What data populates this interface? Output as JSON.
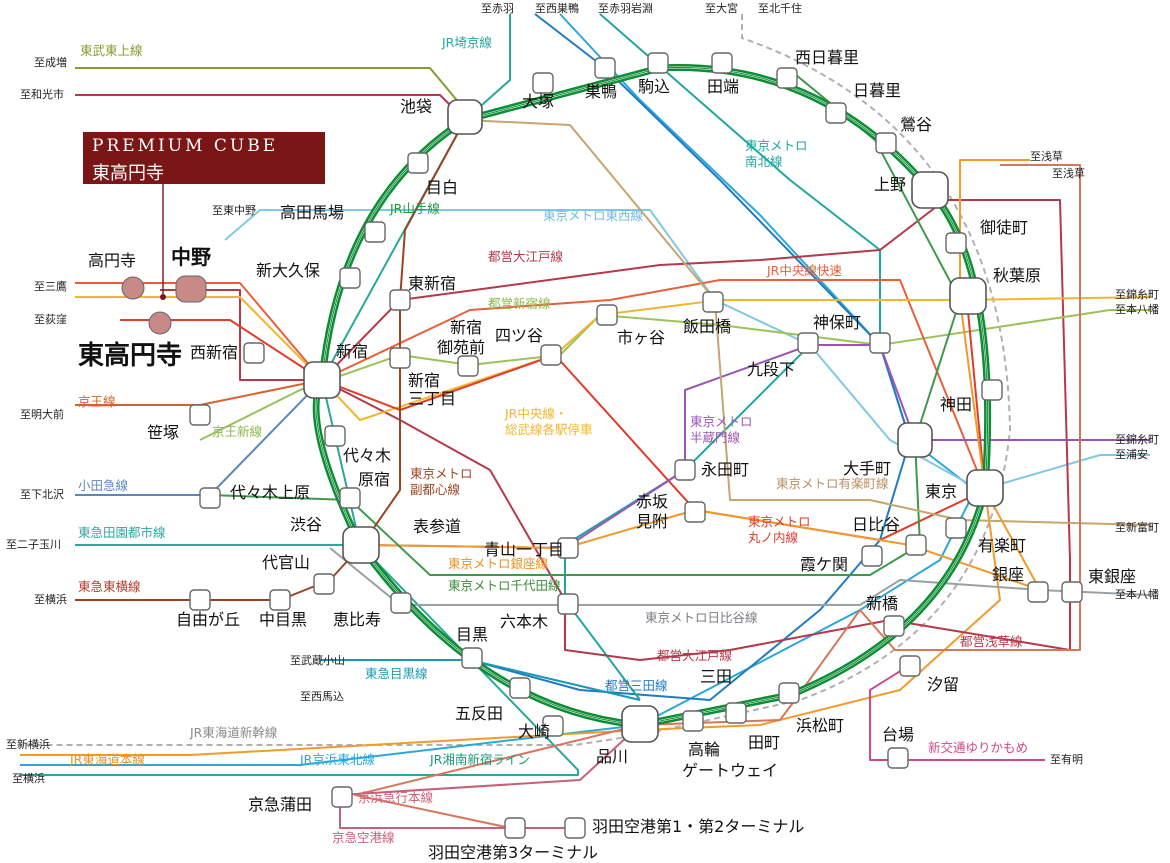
{
  "highlight": {
    "brand": "PREMIUM CUBE",
    "station": "東高円寺",
    "color": "#7a1616",
    "dot_color": "#c88a86",
    "featured": [
      "中野",
      "東高円寺"
    ]
  },
  "loop": {
    "name": "JR山手線",
    "color": "#1a9a3c"
  },
  "lines": [
    {
      "name": "東武東上線",
      "color": "#8a9a30"
    },
    {
      "name": "JR埼京線",
      "color": "#2aa79a"
    },
    {
      "name": "JR山手線",
      "color": "#1a9a3c"
    },
    {
      "name": "東京メトロ東西線",
      "color": "#7fc9e3"
    },
    {
      "name": "都営大江戸線",
      "color": "#b5394a"
    },
    {
      "name": "都営新宿線",
      "color": "#9bc25a"
    },
    {
      "name": "JR中央線快速",
      "color": "#e7603a"
    },
    {
      "name": "東京メトロ南北線",
      "color": "#20a6a0"
    },
    {
      "name": "JR中央線・総武線各駅停車",
      "color": "#f2b530"
    },
    {
      "name": "京王線",
      "color": "#d8622e"
    },
    {
      "name": "京王新線",
      "color": "#9bc25a"
    },
    {
      "name": "東京メトロ半蔵門線",
      "color": "#9b56b3"
    },
    {
      "name": "東京メトロ有楽町線",
      "color": "#c8a46e"
    },
    {
      "name": "小田急線",
      "color": "#5b87c0"
    },
    {
      "name": "東京メトロ副都心線",
      "color": "#9a4520"
    },
    {
      "name": "東京メトロ丸ノ内線",
      "color": "#e03c2a"
    },
    {
      "name": "東急田園都市線",
      "color": "#2aa9a2"
    },
    {
      "name": "東京メトロ銀座線",
      "color": "#f19a2a"
    },
    {
      "name": "東京メトロ千代田線",
      "color": "#3e9a4a"
    },
    {
      "name": "東急東横線",
      "color": "#b53a2a"
    },
    {
      "name": "東京メトロ日比谷線",
      "color": "#9aa0a4"
    },
    {
      "name": "都営三田線",
      "color": "#1f7cc0"
    },
    {
      "name": "東急目黒線",
      "color": "#1a9ab0"
    },
    {
      "name": "JR東海道新幹線",
      "color": "#9a9a9a"
    },
    {
      "name": "JR東海道本線",
      "color": "#f29a2e"
    },
    {
      "name": "JR京浜東北線",
      "color": "#2aa8dc"
    },
    {
      "name": "JR湘南新宿ライン",
      "color": "#1a9a7a"
    },
    {
      "name": "京浜急行本線",
      "color": "#c8607a"
    },
    {
      "name": "京急空港線",
      "color": "#c8607a"
    },
    {
      "name": "新交通ゆりかもめ",
      "color": "#d04a8a"
    },
    {
      "name": "都営浅草線",
      "color": "#d7765a"
    }
  ],
  "line_labels": [
    {
      "name": "東武東上線",
      "color": "#8a9a30"
    },
    {
      "name": "JR埼京線",
      "color": "#2aa79a"
    },
    {
      "name": "JR山手線",
      "color": "#1a9a3c"
    },
    {
      "name": "東京メトロ東西線",
      "color": "#6fbcd8"
    },
    {
      "name": "都営大江戸線",
      "color": "#b5394a"
    },
    {
      "name": "都営新宿線",
      "color": "#8cb94a"
    },
    {
      "name": "JR中央線快速",
      "color": "#e7603a"
    },
    {
      "name": "東京メトロ",
      "color": "#20a6a0"
    },
    {
      "name": "南北線",
      "color": "#20a6a0"
    },
    {
      "name": "JR中央線・",
      "color": "#f2b530"
    },
    {
      "name": "総武線各駅停車",
      "color": "#f2b530"
    },
    {
      "name": "京王線",
      "color": "#d8622e"
    },
    {
      "name": "京王新線",
      "color": "#8cb94a"
    },
    {
      "name": "東京メトロ",
      "color": "#9b56b3"
    },
    {
      "name": "半蔵門線",
      "color": "#9b56b3"
    },
    {
      "name": "東京メトロ有楽町線",
      "color": "#b89060"
    },
    {
      "name": "小田急線",
      "color": "#5b87c0"
    },
    {
      "name": "東京メトロ",
      "color": "#9a4520"
    },
    {
      "name": "副都心線",
      "color": "#9a4520"
    },
    {
      "name": "東京メトロ",
      "color": "#e03c2a"
    },
    {
      "name": "丸ノ内線",
      "color": "#e03c2a"
    },
    {
      "name": "東急田園都市線",
      "color": "#2aa9a2"
    },
    {
      "name": "東京メトロ銀座線",
      "color": "#e99322"
    },
    {
      "name": "東京メトロ千代田線",
      "color": "#3e8a3a"
    },
    {
      "name": "東急東横線",
      "color": "#b53a2a"
    },
    {
      "name": "東京メトロ日比谷線",
      "color": "#7a7f84"
    },
    {
      "name": "都営大江戸線",
      "color": "#b5394a"
    },
    {
      "name": "都営三田線",
      "color": "#1f7cc0"
    },
    {
      "name": "東急目黒線",
      "color": "#1a9ab0"
    },
    {
      "name": "都営浅草線",
      "color": "#b5394a"
    },
    {
      "name": "JR東海道新幹線",
      "color": "#8a8a8a"
    },
    {
      "name": "JR東海道本線",
      "color": "#e99322"
    },
    {
      "name": "JR京浜東北線",
      "color": "#2aa8dc"
    },
    {
      "name": "JR湘南新宿ライン",
      "color": "#1a9a7a"
    },
    {
      "name": "京浜急行本線",
      "color": "#c8607a"
    },
    {
      "name": "京急空港線",
      "color": "#c8607a"
    },
    {
      "name": "新交通ゆりかもめ",
      "color": "#d04a8a"
    }
  ],
  "directions": [
    "至赤羽",
    "至西巣鴨",
    "至赤羽岩淵",
    "至大宮",
    "至北千住",
    "至成増",
    "至和光市",
    "至東中野",
    "至三鷹",
    "至荻窪",
    "至明大前",
    "至下北沢",
    "至二子玉川",
    "至横浜",
    "至武蔵小山",
    "至西馬込",
    "至新横浜",
    "至横浜",
    "至浅草",
    "至浅草",
    "至錦糸町",
    "至本八幡",
    "至錦糸町",
    "至浦安",
    "至新富町",
    "至本八幡",
    "至有明"
  ],
  "stations": [
    "池袋",
    "大塚",
    "巣鴨",
    "駒込",
    "田端",
    "西日暮里",
    "日暮里",
    "鶯谷",
    "上野",
    "御徒町",
    "秋葉原",
    "神田",
    "東京",
    "有楽町",
    "新橋",
    "浜松町",
    "田町",
    "高輪",
    "ゲートウェイ",
    "品川",
    "大崎",
    "五反田",
    "目黒",
    "恵比寿",
    "渋谷",
    "原宿",
    "代々木",
    "新宿",
    "新大久保",
    "高田馬場",
    "目白",
    "中野",
    "高円寺",
    "東高円寺",
    "西新宿",
    "東新宿",
    "新宿",
    "御苑前",
    "新宿",
    "三丁目",
    "四ツ谷",
    "市ヶ谷",
    "飯田橋",
    "神保町",
    "九段下",
    "永田町",
    "赤坂",
    "見附",
    "大手町",
    "日比谷",
    "霞ケ関",
    "銀座",
    "東銀座",
    "汐留",
    "台場",
    "青山一丁目",
    "表参道",
    "六本木",
    "笹塚",
    "代々木上原",
    "代官山",
    "自由が丘",
    "中目黒",
    "三田",
    "京急蒲田",
    "羽田空港第1・第2ターミナル",
    "羽田空港第3ターミナル"
  ]
}
